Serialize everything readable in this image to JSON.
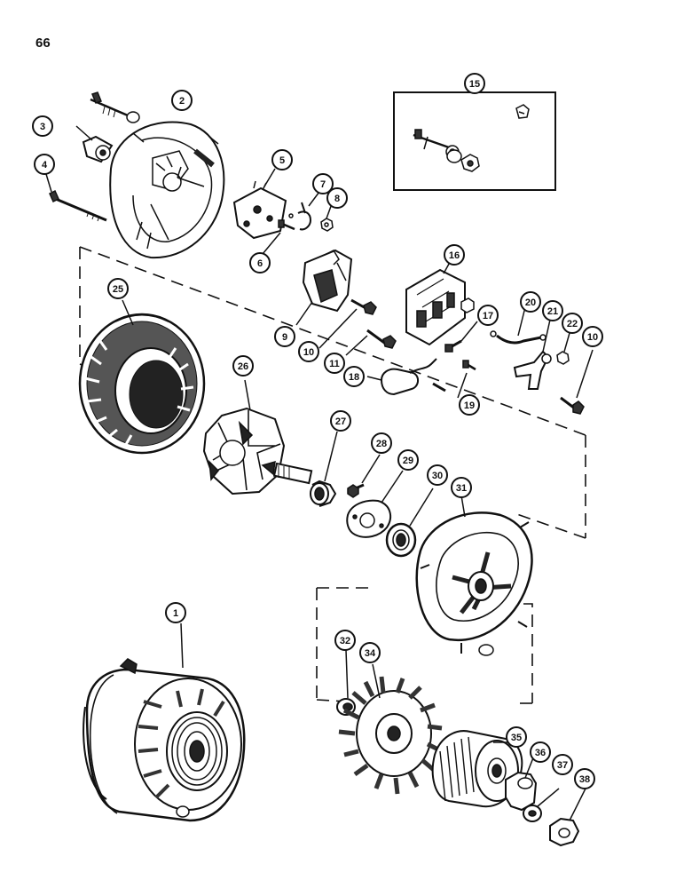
{
  "page": {
    "number": "66"
  },
  "colors": {
    "ink": "#111111",
    "paper": "#ffffff",
    "shade": "#3a3a3a",
    "light": "#cfcfcf"
  },
  "callouts": {
    "c1": "1",
    "c2": "2",
    "c3": "3",
    "c4": "4",
    "c5": "5",
    "c6": "6",
    "c7": "7",
    "c8": "8",
    "c9": "9",
    "c10a": "10",
    "c10b": "10",
    "c11": "11",
    "c15": "15",
    "c16": "16",
    "c17": "17",
    "c18": "18",
    "c19": "19",
    "c20": "20",
    "c21": "21",
    "c22": "22",
    "c25": "25",
    "c26": "26",
    "c27": "27",
    "c28": "28",
    "c29": "29",
    "c30": "30",
    "c31": "31",
    "c32": "32",
    "c34": "34",
    "c35": "35",
    "c36": "36",
    "c37": "37",
    "c38": "38"
  }
}
